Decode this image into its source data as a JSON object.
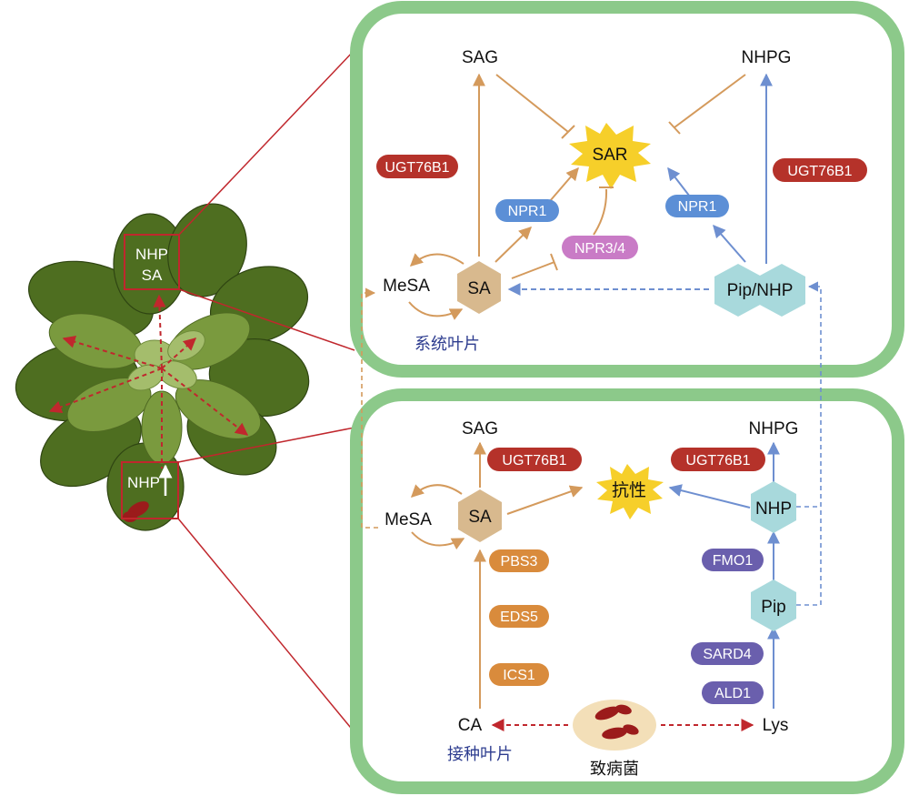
{
  "colors": {
    "cell_wall": "#8cc98a",
    "cell_inner": "#ffffff",
    "orange_arrow": "#d49a5c",
    "blue_arrow": "#6e8fd0",
    "red": "#c0272d",
    "ugt_tag": "#b5322a",
    "npr1_tag": "#5c8fd6",
    "npr34_tag": "#c97bc6",
    "orange_tag": "#d98b3c",
    "purple_tag": "#6a5fad",
    "sa_hex": "#d8b98e",
    "nhp_hex": "#a8d9dc",
    "sar_star": "#f6cf2a",
    "pathogen_bg": "#f3dfb8",
    "pathogen": "#9b1b1b",
    "leaf_dark": "#4a6b1e",
    "leaf_mid": "#7a9a3e",
    "leaf_light": "#a4bd6c"
  },
  "plant": {
    "upper_box_labels": [
      "NHP",
      "SA"
    ],
    "lower_box_label": "NHP"
  },
  "systemic": {
    "caption": "系统叶片",
    "sag": "SAG",
    "nhpg": "NHPG",
    "sar": "SAR",
    "ugt_left": "UGT76B1",
    "ugt_right": "UGT76B1",
    "npr1_left": "NPR1",
    "npr1_right": "NPR1",
    "npr34": "NPR3/4",
    "mesa": "MeSA",
    "sa": "SA",
    "pip_nhp": "Pip/NHP"
  },
  "inoculated": {
    "caption": "接种叶片",
    "sag": "SAG",
    "nhpg": "NHPG",
    "resistance": "抗性",
    "ugt_left": "UGT76B1",
    "ugt_right": "UGT76B1",
    "mesa": "MeSA",
    "sa": "SA",
    "nhp": "NHP",
    "pip": "Pip",
    "pbs3": "PBS3",
    "eds5": "EDS5",
    "ics1": "ICS1",
    "fmo1": "FMO1",
    "sard4": "SARD4",
    "ald1": "ALD1",
    "ca": "CA",
    "lys": "Lys",
    "pathogen": "致病菌"
  }
}
